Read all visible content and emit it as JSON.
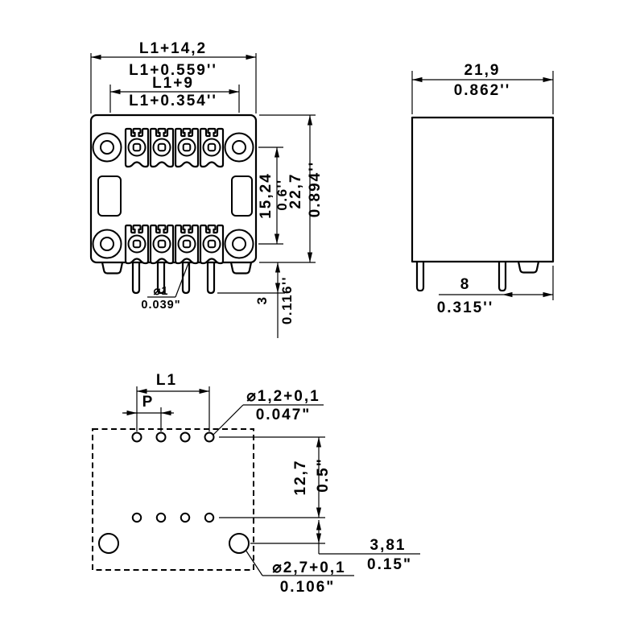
{
  "colors": {
    "line": "#000000",
    "background": "#ffffff"
  },
  "front_view": {
    "dims": {
      "width_outer_mm": "L1+14,2",
      "width_outer_in": "L1+0.559''",
      "width_inner_mm": "L1+9",
      "width_inner_in": "L1+0.354''",
      "row_spacing_mm": "15,24",
      "row_spacing_in": "0.6''",
      "height_mm": "22,7",
      "height_in": "0.894''",
      "pin_length_mm": "3",
      "pin_length_in": "0.116''",
      "pin_dia_mm": "⌀1",
      "pin_dia_in": "0.039\""
    }
  },
  "side_view": {
    "dims": {
      "depth_mm": "21,9",
      "depth_in": "0.862''",
      "pin_to_edge_mm": "8",
      "pin_to_edge_in": "0.315''"
    }
  },
  "pcb_view": {
    "dims": {
      "hole_span": "L1",
      "pitch": "P",
      "pin_hole_dia_mm": "⌀1,2+0,1",
      "pin_hole_dia_in": "0.047\"",
      "row_spacing_mm": "12,7",
      "row_spacing_in": "0.5\"",
      "mount_offset_mm": "3,81",
      "mount_offset_in": "0.15\"",
      "mount_hole_dia_mm": "⌀2,7+0,1",
      "mount_hole_dia_in": "0.106\""
    }
  }
}
